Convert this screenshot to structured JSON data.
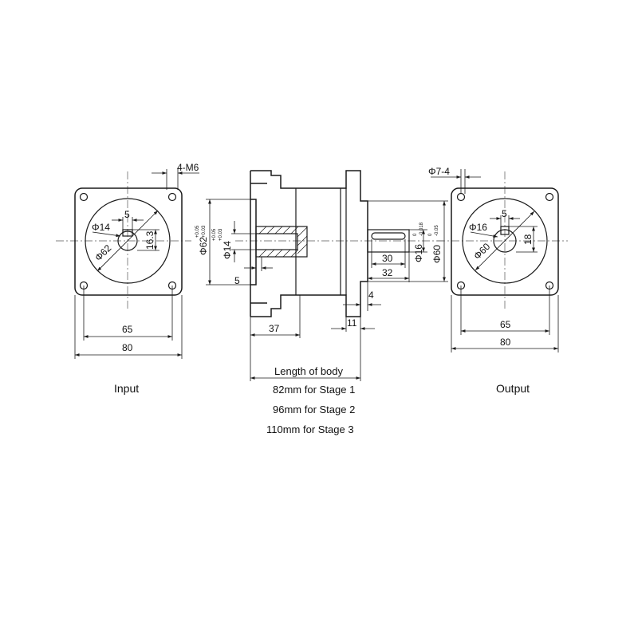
{
  "input_view": {
    "label": "Input",
    "hole_spec": "4-M6",
    "bore": "Φ14",
    "key_width": "5",
    "key_height": "16.3",
    "pilot_dia": "Φ62",
    "bolt_spacing": "65",
    "flange_width": "80"
  },
  "side_view": {
    "pilot_dia": "Φ62",
    "pilot_tol_upper": "+0.05",
    "pilot_tol_lower": "+0.03",
    "bore": "Φ14",
    "bore_tol_upper": "+0.05",
    "bore_tol_lower": "+0.03",
    "key_depth": "5",
    "input_depth": "37",
    "flange_thickness": "11",
    "step": "4",
    "shaft_key_length": "30",
    "shaft_length": "32",
    "shaft_dia": "Φ16",
    "shaft_tol_upper": "0",
    "shaft_tol_lower": "-0.018",
    "spigot_dia": "Φ60",
    "spigot_tol_upper": "0",
    "spigot_tol_lower": "-0.05",
    "body_length_title": "Length of body",
    "stage_1": "82mm for Stage 1",
    "stage_2": "96mm for Stage 2",
    "stage_3": "110mm for Stage 3"
  },
  "output_view": {
    "label": "Output",
    "hole_spec": "Φ7-4",
    "shaft_dia": "Φ16",
    "key_width": "5",
    "key_height": "18",
    "pilot_dia": "Φ60",
    "bolt_spacing": "65",
    "flange_width": "80"
  }
}
